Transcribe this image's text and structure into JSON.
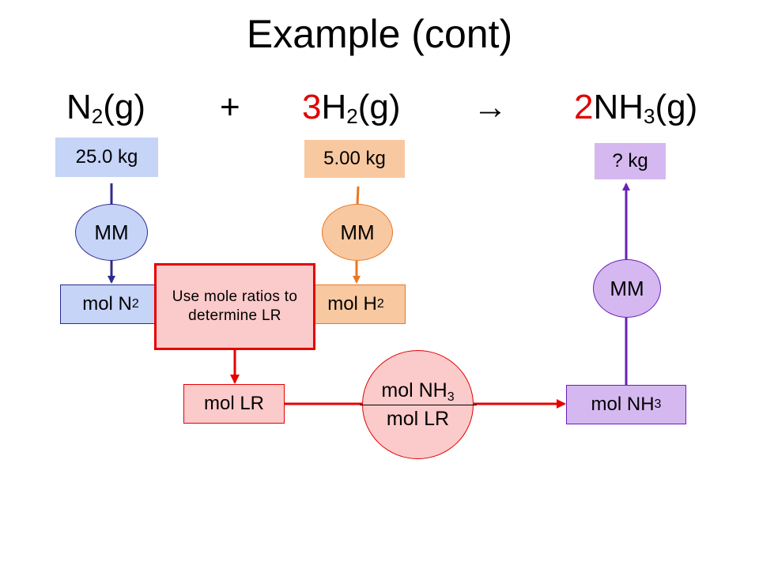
{
  "title": "Example (cont)",
  "equation": {
    "reactant1": {
      "symbol": "N",
      "subscript": "2",
      "state": "(g)"
    },
    "plus": "+",
    "reactant2": {
      "coefficient": "3",
      "symbol": "H",
      "subscript": "2",
      "state": "(g)"
    },
    "arrow": "→",
    "product": {
      "coefficient": "2",
      "symbol": "NH",
      "subscript": "3",
      "state": "(g)"
    }
  },
  "boxes": {
    "n2_mass": "25.0 kg",
    "h2_mass": "5.00 kg",
    "nh3_mass": "? kg",
    "mol_n2": {
      "text": "mol N",
      "subscript": "2"
    },
    "mol_h2": {
      "text": "mol H",
      "subscript": "2"
    },
    "mol_lr": "mol LR",
    "mol_nh3": {
      "text": "mol NH",
      "subscript": "3"
    },
    "lr_note": "Use mole ratios to determine LR"
  },
  "circles": {
    "mm_n2": "MM",
    "mm_h2": "MM",
    "mm_nh3": "MM",
    "ratio": {
      "numerator": "mol NH",
      "numerator_subscript": "3",
      "denominator": "mol LR"
    }
  },
  "colors": {
    "blue_fill": "#c5d4f7",
    "blue_line": "#2b2b8f",
    "orange_fill": "#f8c8a0",
    "orange_line": "#e87722",
    "purple_fill": "#d5b8f0",
    "purple_line": "#6a1fb8",
    "red_fill": "#fbcaca",
    "red_line": "#e60000"
  }
}
